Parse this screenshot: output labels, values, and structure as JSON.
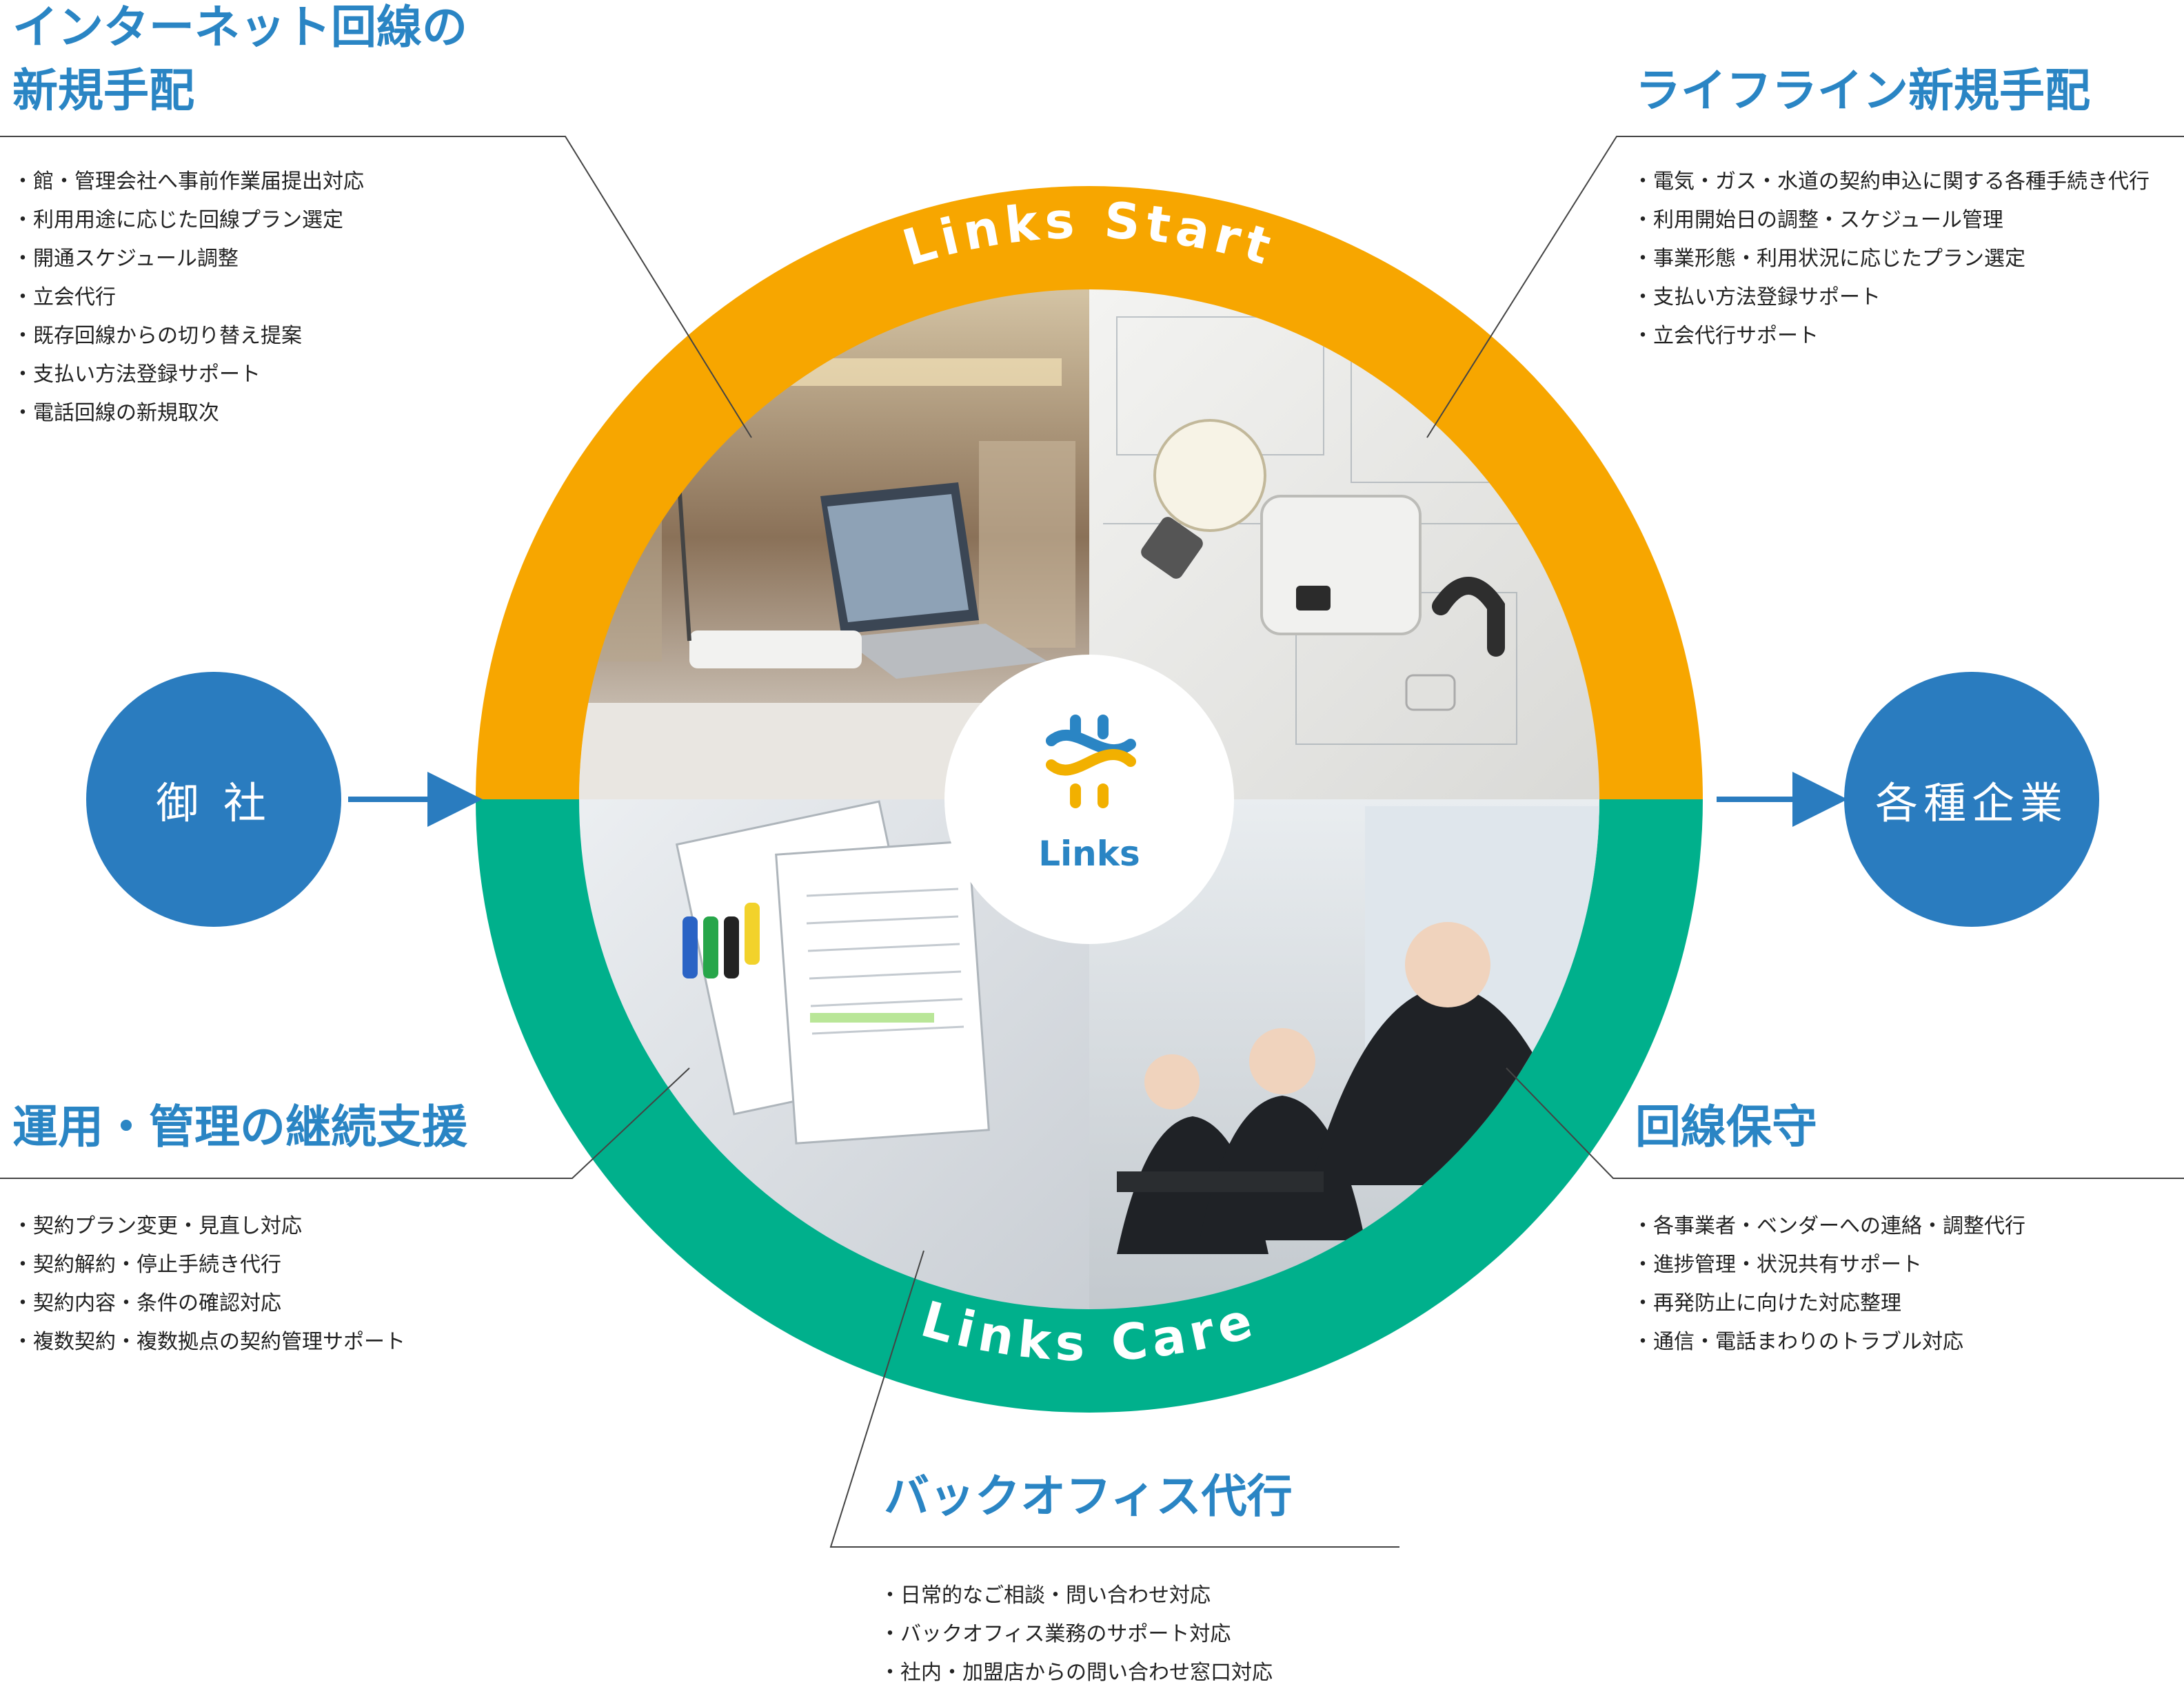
{
  "colors": {
    "orange": "#f7a600",
    "green": "#00b08c",
    "blue": "#2a7cbf",
    "heading_blue": "#2a85c4",
    "line_gray": "#444444"
  },
  "nodes": {
    "left": "御 社",
    "right": "各種企業"
  },
  "ring": {
    "top_label": "Links Start",
    "bottom_label": "Links Care"
  },
  "center_logo": {
    "text": "Links",
    "icon": "links-logo-icon"
  },
  "photos": {
    "top_left": "photo-laptop-router",
    "top_right": "photo-lightbulb-utility",
    "bottom_left": "photo-contract-documents",
    "bottom_right": "photo-call-center-staff"
  },
  "sections": {
    "internet": {
      "title_line1": "インターネット回線の",
      "title_line2": "新規手配",
      "items": [
        "館・管理会社へ事前作業届提出対応",
        "利用用途に応じた回線プラン選定",
        "開通スケジュール調整",
        "立会代行",
        "既存回線からの切り替え提案",
        "支払い方法登録サポート",
        "電話回線の新規取次"
      ]
    },
    "lifeline": {
      "title": "ライフライン新規手配",
      "items": [
        "電気・ガス・水道の契約申込に関する各種手続き代行",
        "利用開始日の調整・スケジュール管理",
        "事業形態・利用状況に応じたプラン選定",
        "支払い方法登録サポート",
        "立会代行サポート"
      ]
    },
    "operation": {
      "title": "運用・管理の継続支援",
      "items": [
        "契約プラン変更・見直し対応",
        "契約解約・停止手続き代行",
        "契約内容・条件の確認対応",
        "複数契約・複数拠点の契約管理サポート"
      ]
    },
    "maintenance": {
      "title": "回線保守",
      "items": [
        "各事業者・ベンダーへの連絡・調整代行",
        "進捗管理・状況共有サポート",
        "再発防止に向けた対応整理",
        "通信・電話まわりのトラブル対応"
      ]
    },
    "backoffice": {
      "title": "バックオフィス代行",
      "items": [
        "日常的なご相談・問い合わせ対応",
        "バックオフィス業務のサポート対応",
        "社内・加盟店からの問い合わせ窓口対応"
      ]
    }
  }
}
